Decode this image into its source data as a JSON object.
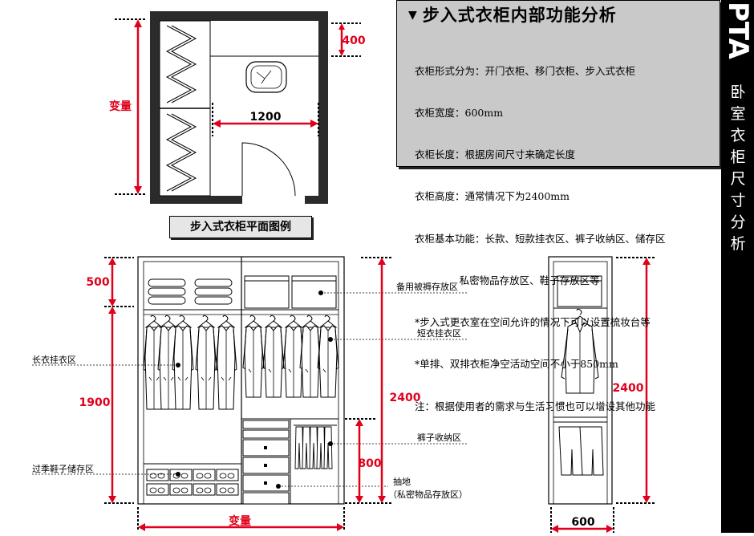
{
  "info_box": {
    "title": "步入式衣柜内部功能分析",
    "lines": [
      "衣柜形式分为：开门衣柜、移门衣柜、步入式衣柜",
      "衣柜宽度：600mm",
      "衣柜长度：根据房间尺寸来确定长度",
      "衣柜高度：通常情况下为2400mm",
      "衣柜基本功能：长款、短款挂衣区、裤子收纳区、储存区",
      "              私密物品存放区、鞋子存放区等",
      "*步入式更衣室在空间允许的情况下可以设置梳妆台等",
      "*单排、双排衣柜净空活动空间不小于850mm",
      "注：根据使用者的需求与生活习惯也可以增设其他功能"
    ]
  },
  "sidebar": {
    "brand": "PTA",
    "vertical_title": "卧室衣柜尺寸分析",
    "background_color": "#000000"
  },
  "plan": {
    "caption": "步入式衣柜平面图例",
    "dim_variable": "变量",
    "dim_depth": "400",
    "dim_width": "1200"
  },
  "elevation": {
    "dim_top": "500",
    "dim_long_hang": "1900",
    "dim_total": "2400",
    "dim_bottom": "800",
    "dim_width": "变量",
    "label_bedding": "备用被褥存放区",
    "label_short_hang": "短衣挂衣区",
    "label_long_hang": "长衣挂衣区",
    "label_pants": "裤子收纳区",
    "label_shoes": "过季鞋子储存区",
    "label_drawer": "抽地",
    "label_drawer_sub": "（私密物品存放区）"
  },
  "side_view": {
    "dim_height": "2400",
    "dim_width": "600"
  },
  "colors": {
    "dimension_red": "#e0001b",
    "info_bg": "#c9c9c9"
  }
}
